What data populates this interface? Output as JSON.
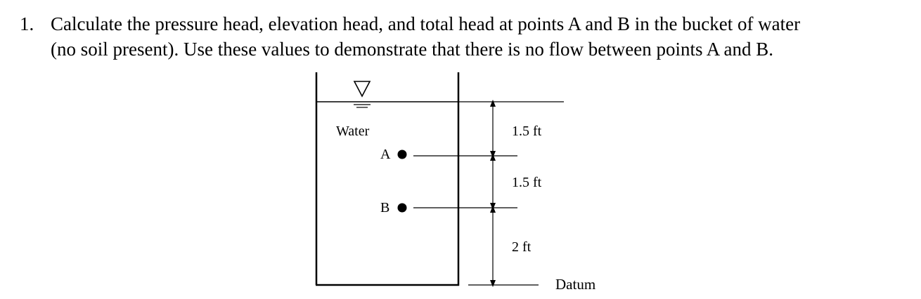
{
  "question": {
    "number": "1.",
    "line1": "Calculate the pressure head, elevation head, and total head at points A and B in the bucket of water",
    "line2": "(no soil present). Use these values to demonstrate that there is no flow between points A and B."
  },
  "diagram": {
    "water_label": "Water",
    "point_a_label": "A",
    "point_b_label": "B",
    "dim_top_label": "1.5 ft",
    "dim_middle_label": "1.5 ft",
    "dim_bottom_label": "2 ft",
    "datum_label": "Datum"
  }
}
